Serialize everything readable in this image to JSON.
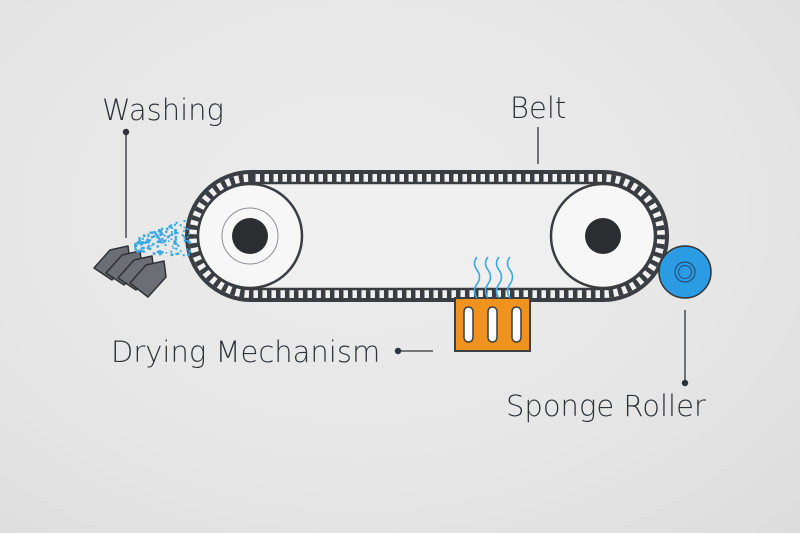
{
  "labels": {
    "washing": "Washing",
    "belt": "Belt",
    "drying": "Drying Mechanism",
    "sponge": "Sponge Roller"
  },
  "colors": {
    "background": "#e8e8e8",
    "belt": "#3a3d42",
    "spray": "#3aa9e6",
    "drying_box": "#f0921e",
    "sponge_roller": "#2b9be3",
    "nozzle": "#6b6e73"
  }
}
